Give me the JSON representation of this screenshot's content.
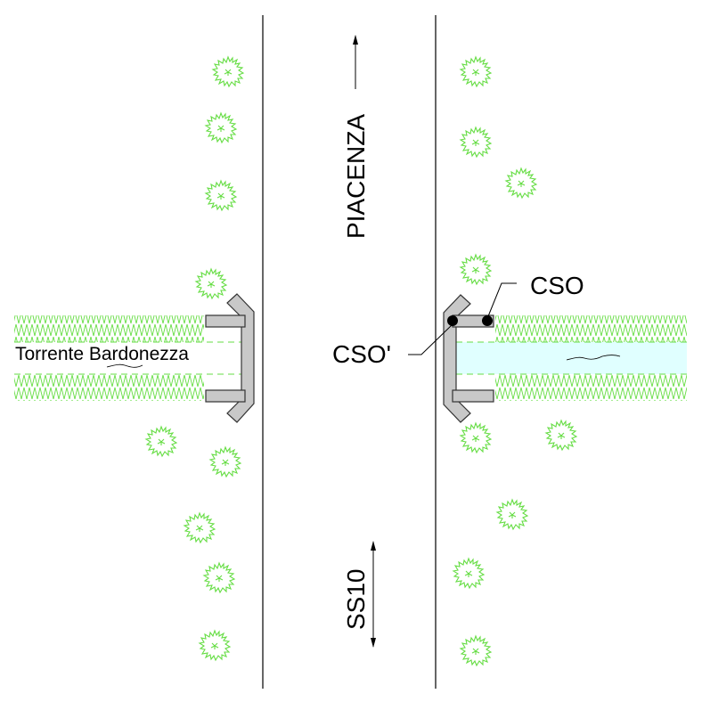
{
  "labels": {
    "direction_north": "PIACENZA",
    "direction_south": "SS10",
    "stream_name": "Torrente Bardonezza",
    "point_a": "CSO",
    "point_b": "CSO'"
  },
  "colors": {
    "road_line": "#000000",
    "vegetation": "#66dd44",
    "water": "#e0ffff",
    "bridge_fill": "#c8c8c8",
    "bridge_stroke": "#333333",
    "point": "#000000"
  },
  "icons": {
    "tree": "shrub-icon",
    "arrow": "arrow-icon",
    "point": "dot-icon"
  }
}
